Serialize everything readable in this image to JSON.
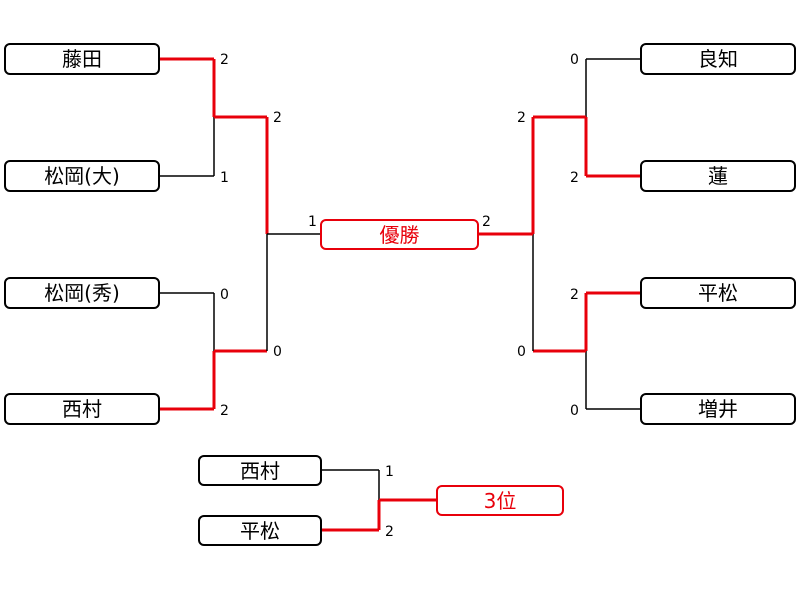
{
  "colors": {
    "line": "#000000",
    "winner": "#e8000b",
    "box_border": "#000000",
    "result_box": "#e8000b"
  },
  "left": {
    "players": [
      "藤田",
      "松岡(大)",
      "松岡(秀)",
      "西村"
    ],
    "r1_scores": [
      "2",
      "1",
      "0",
      "2"
    ],
    "r2_scores": [
      "2",
      "0"
    ],
    "final_score": "1"
  },
  "right": {
    "players": [
      "良知",
      "蓮",
      "平松",
      "増井"
    ],
    "r1_scores": [
      "0",
      "2",
      "2",
      "0"
    ],
    "r2_scores": [
      "2",
      "0"
    ],
    "final_score": "2"
  },
  "champion_label": "優勝",
  "third_place": {
    "players": [
      "西村",
      "平松"
    ],
    "scores": [
      "1",
      "2"
    ],
    "label": "3位"
  }
}
